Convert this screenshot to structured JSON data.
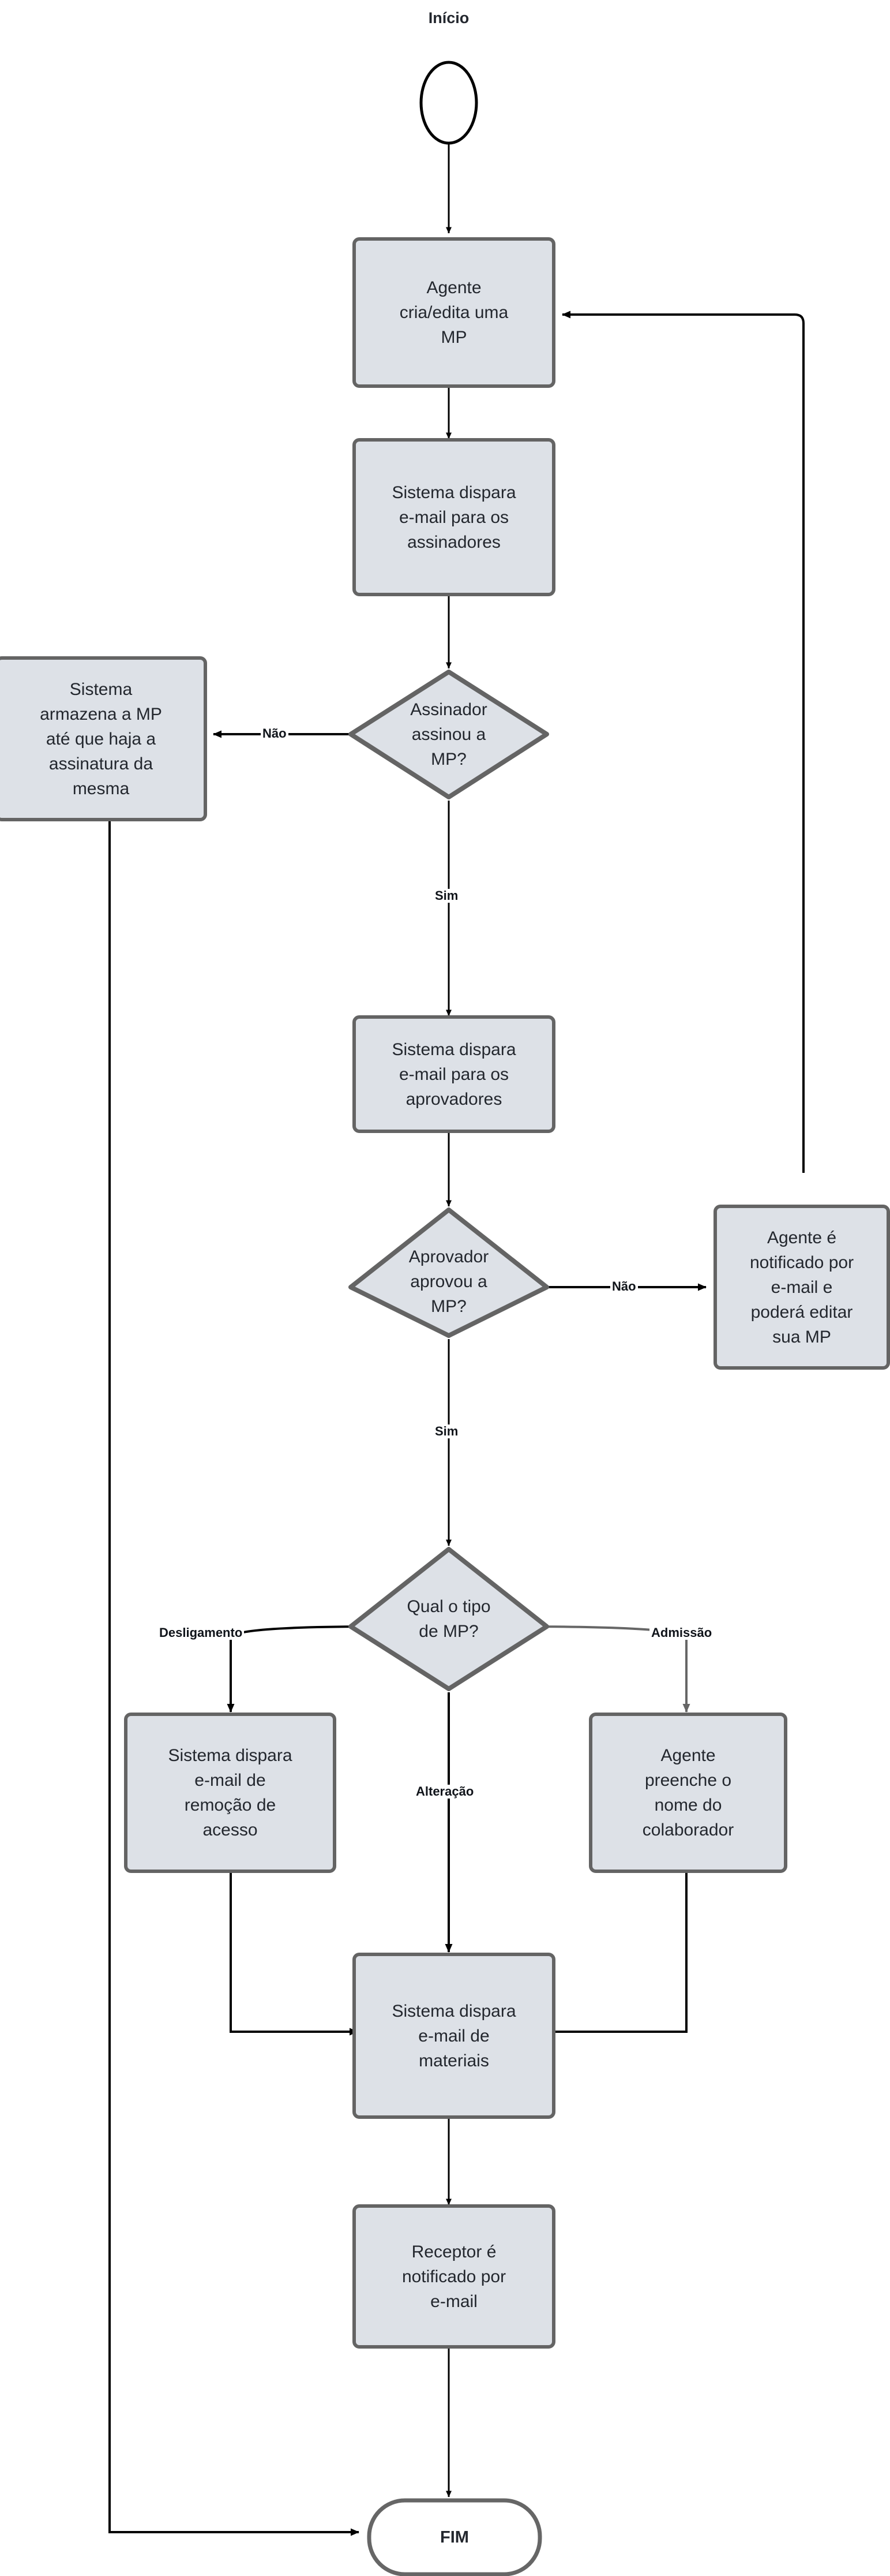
{
  "diagram": {
    "title_label": "Início",
    "colors": {
      "node_fill": "#dde1e7",
      "node_stroke": "#646464",
      "edge_black": "#000000",
      "edge_gray": "#666666",
      "text": "#23272e",
      "background": "#ffffff"
    },
    "nodes": [
      {
        "id": "start",
        "shape": "ellipse",
        "text": ""
      },
      {
        "id": "cria_edita",
        "shape": "process",
        "text": "Agente\ncria/edita uma\nMP"
      },
      {
        "id": "email_assin",
        "shape": "process",
        "text": "Sistema dispara\ne-mail para os\nassinadores"
      },
      {
        "id": "dec_assinou",
        "shape": "decision",
        "text": "Assinador\nassinou a\nMP?"
      },
      {
        "id": "armazena",
        "shape": "process",
        "text": "Sistema\narmazena a MP\naté que haja a\nassinatura da\nmesma"
      },
      {
        "id": "email_aprov",
        "shape": "process",
        "text": "Sistema dispara\ne-mail para os\naprovadores"
      },
      {
        "id": "dec_aprovou",
        "shape": "decision",
        "text": "Aprovador\naprovou a\nMP?"
      },
      {
        "id": "agente_notif",
        "shape": "process",
        "text": "Agente é\nnotificado por\ne-mail e\npoderá editar\nsua MP"
      },
      {
        "id": "dec_tipo",
        "shape": "decision",
        "text": "Qual o tipo\nde MP?"
      },
      {
        "id": "email_remocao",
        "shape": "process",
        "text": "Sistema dispara\ne-mail de\nremoção de\nacesso"
      },
      {
        "id": "preenche_nome",
        "shape": "process",
        "text": "Agente\npreenche o\nnome do\ncolaborador"
      },
      {
        "id": "email_materiais",
        "shape": "process",
        "text": "Sistema dispara\ne-mail de\nmateriais"
      },
      {
        "id": "receptor_notif",
        "shape": "process",
        "text": "Receptor é\nnotificado por\ne-mail"
      },
      {
        "id": "end",
        "shape": "terminal",
        "text": "FIM"
      }
    ],
    "edge_labels": {
      "assinou_nao": "Não",
      "assinou_sim": "Sim",
      "aprovou_nao": "Não",
      "aprovou_sim": "Sim",
      "tipo_desligamento": "Desligamento",
      "tipo_alteracao": "Alteração",
      "tipo_admissao": "Admissão"
    }
  }
}
